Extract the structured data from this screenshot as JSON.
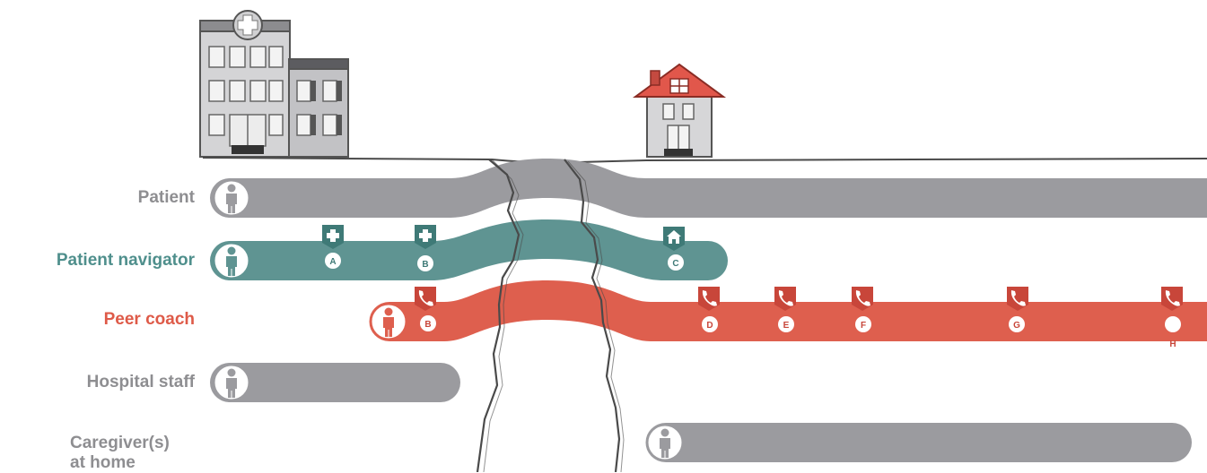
{
  "rows": {
    "patient": {
      "label": "Patient"
    },
    "navigator": {
      "label": "Patient navigator"
    },
    "peer_coach": {
      "label": "Peer coach"
    },
    "hospital_staff": {
      "label": "Hospital staff"
    },
    "caregiver": {
      "label_line1": "Caregiver(s)",
      "label_line2": "at home"
    }
  },
  "navigator_markers": [
    {
      "letter": "A",
      "icon": "hospital-cross-icon"
    },
    {
      "letter": "B",
      "icon": "hospital-cross-icon"
    },
    {
      "letter": "C",
      "icon": "home-icon"
    }
  ],
  "peer_coach_markers": [
    {
      "letter": "B",
      "icon": "phone-icon"
    },
    {
      "letter": "D",
      "icon": "phone-icon"
    },
    {
      "letter": "E",
      "icon": "phone-icon"
    },
    {
      "letter": "F",
      "icon": "phone-icon"
    },
    {
      "letter": "G",
      "icon": "phone-icon"
    },
    {
      "letter": "H",
      "icon": "phone-icon"
    }
  ],
  "colors": {
    "grey_band": "#9b9b9f",
    "teal_band": "#5f9492",
    "red_band": "#de5f4e",
    "building": "#c7c7c9",
    "roof": "#e1574b"
  }
}
